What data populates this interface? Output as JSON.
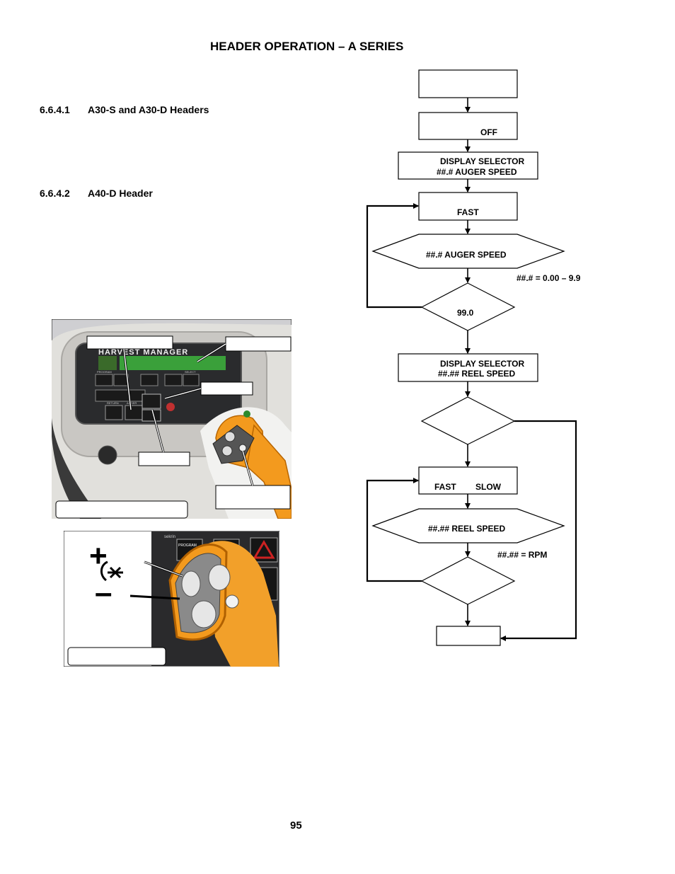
{
  "page": {
    "title": "HEADER OPERATION – A SERIES",
    "page_number": "95"
  },
  "sections": [
    {
      "number": "6.6.4.1",
      "title": "A30-S and A30-D Headers"
    },
    {
      "number": "6.6.4.2",
      "title": "A40-D Header"
    }
  ],
  "flowchart": {
    "box2_text": "OFF",
    "box3_line1": "DISPLAY SELECTOR",
    "box3_line2": "##.# AUGER SPEED",
    "box4_text": "FAST",
    "hex1_text": "##.# AUGER SPEED",
    "range1": "##.# = 0.00 – 9.9",
    "dia1_text": "99.0",
    "box5_line1": "DISPLAY SELECTOR",
    "box5_line2": "##.## REEL SPEED",
    "box6_fast": "FAST",
    "box6_slow": "SLOW",
    "hex2_text": "##.## REEL SPEED",
    "range2": "##.## = RPM"
  },
  "photo1": {
    "panel_brand": "HARVEST MANAGER",
    "btn_program": "PROGRAM",
    "btn_select": "SELECT",
    "btn_return": "RETURN",
    "btn_auger": "AUGER"
  },
  "photo2": {
    "brand": "sekrin",
    "btn_program": "PROGRAM",
    "plus": "+",
    "minus": "–"
  }
}
